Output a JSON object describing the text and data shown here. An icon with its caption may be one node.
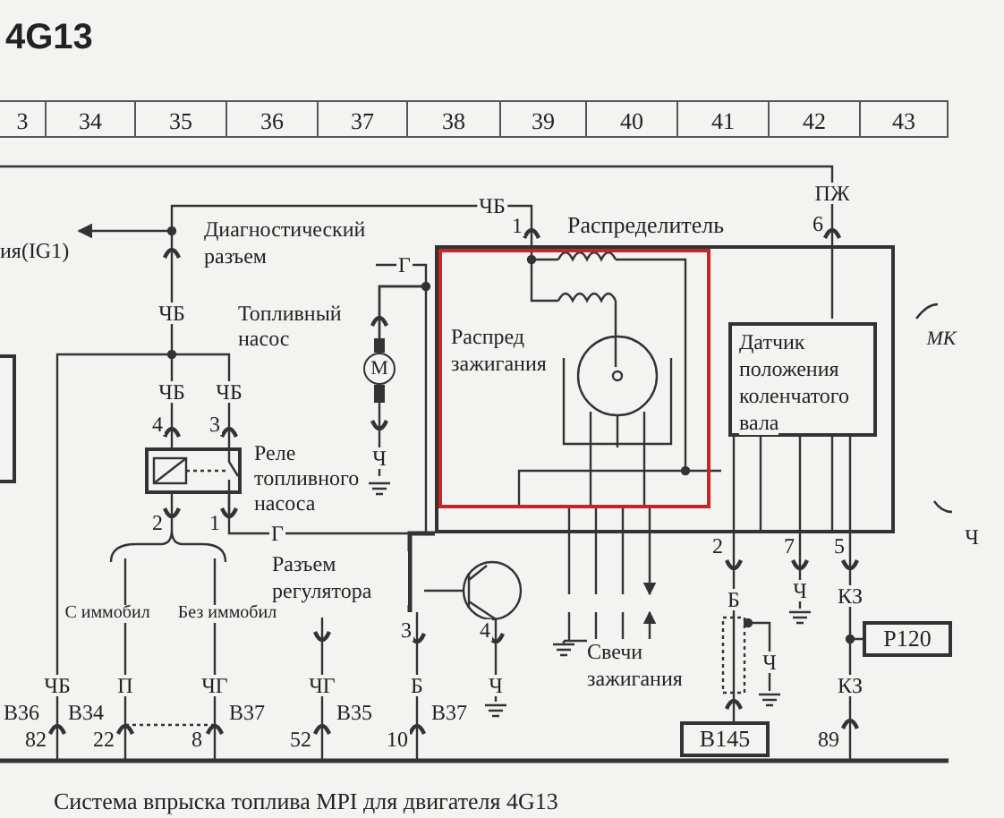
{
  "diagram": {
    "title": "4G13",
    "caption": "Система впрыска топлива MPI для двигателя 4G13",
    "nodes": [
      {
        "text": [
          "ия(IG1)"
        ]
      },
      {
        "text": [],
        "shape": "box"
      },
      {
        "text": [],
        "shape": "box",
        "beside": [
          "Реле топливного насоса"
        ]
      },
      {
        "text": [
          "M"
        ],
        "beside": [
          "Топливный насос"
        ]
      },
      {
        "text": [
          "Распределитель"
        ]
      },
      {
        "text": [
          "Распред зажигания"
        ],
        "in": 4
      },
      {
        "text": [
          "Датчик положения коленчатого вала"
        ],
        "in": 4
      },
      {
        "text": [
          "P120"
        ]
      },
      {
        "text": [
          "B145"
        ]
      },
      {
        "text": [
          "Диагностический разъем"
        ]
      }
    ],
    "edges": [
      {
        "from": null,
        "to": 0,
        "arrow": "to"
      },
      {
        "from": 2,
        "to": 4,
        "arrow": "none"
      },
      {
        "from": 2,
        "to": 3,
        "arrow": "none"
      },
      {
        "from": 6,
        "to": 8,
        "arrow": "none"
      },
      {
        "from": 6,
        "to": 7,
        "arrow": "none"
      },
      {
        "from": null,
        "to": 6,
        "arrow": "none"
      },
      {
        "from": 9,
        "to": 3,
        "arrow": "none"
      }
    ],
    "labels": [
      "3",
      "34",
      "35",
      "36",
      "37",
      "38",
      "39",
      "40",
      "41",
      "42",
      "43",
      "ЧБ",
      "ПЖ",
      "1",
      "6",
      "Г",
      "ЧБ",
      "ЧБ",
      "ЧБ",
      "4",
      "3",
      "Ч",
      "2",
      "1",
      "Г",
      "MK",
      "2",
      "7",
      "5",
      "Разъем регулятора",
      "С иммобил",
      "Без иммобил",
      "3",
      "4",
      "Б",
      "Ч",
      "КЗ",
      "Свечи зажигания",
      "Ч",
      "ЧБ",
      "П",
      "ЧГ",
      "ЧГ",
      "Б",
      "Ч",
      "КЗ",
      "B36",
      "B34",
      "B37",
      "B35",
      "B37",
      "82",
      "22",
      "8",
      "52",
      "10",
      "89",
      "Ч"
    ]
  }
}
